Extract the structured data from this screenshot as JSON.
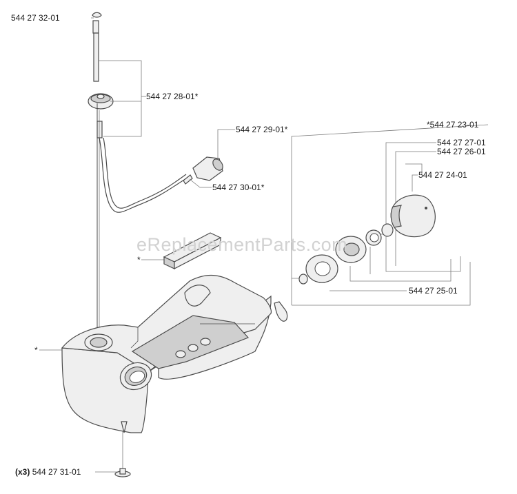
{
  "watermark": "eReplacementParts.com",
  "labels": {
    "l3201": "544 27 32-01",
    "l2801": "544 27 28-01*",
    "l2901": "544 27 29-01*",
    "l3001": "544 27 30-01*",
    "l2301": "*544 27 23-01",
    "l2701": "544 27 27-01",
    "l2601": "544 27 26-01",
    "l2401": "544 27 24-01",
    "l2501": "544 27 25-01",
    "l3101_qty": "(x3)",
    "l3101": "544 27 31-01",
    "star_pad": "*",
    "star_tank": "*"
  },
  "colors": {
    "line": "#4a4a4a",
    "leader": "#7a7a7a",
    "part_fill": "#efefef",
    "watermark": "#d2d2d2"
  }
}
